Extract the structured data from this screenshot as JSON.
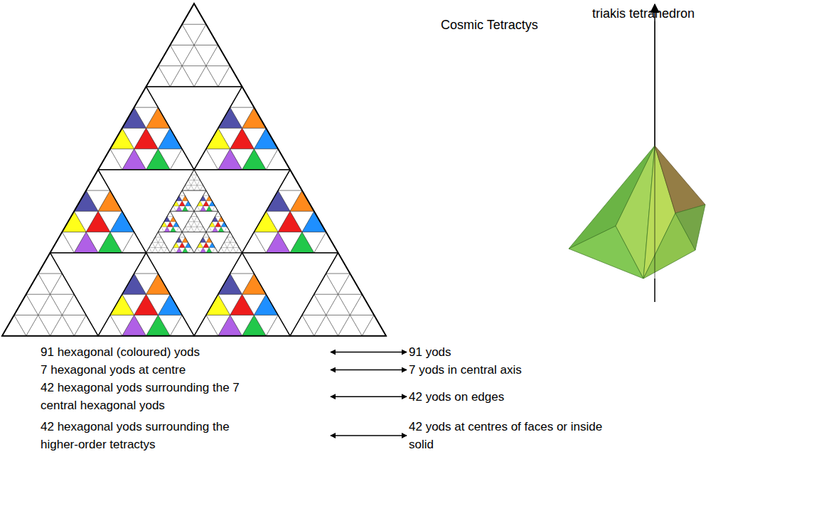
{
  "diagram": {
    "nodes": [
      {
        "text": [
          "91 hexagonal (coloured) yods"
        ]
      },
      {
        "text": [
          "91 yods"
        ]
      },
      {
        "text": [
          "7 hexagonal yods at centre"
        ]
      },
      {
        "text": [
          "7 yods in central axis"
        ]
      },
      {
        "text": [
          "42 hexagonal yods surrounding the 7 central hexagonal yods"
        ]
      },
      {
        "text": [
          "42 yods on edges"
        ]
      },
      {
        "text": [
          "42 hexagonal yods surrounding the higher-order tetractys"
        ]
      },
      {
        "text": [
          "42 yods at centres of faces or inside solid"
        ]
      }
    ],
    "edges": [
      {
        "from": 0,
        "to": 1,
        "arrow": "both"
      },
      {
        "from": 2,
        "to": 3,
        "arrow": "both"
      },
      {
        "from": 4,
        "to": 5,
        "arrow": "both"
      },
      {
        "from": 6,
        "to": 7,
        "arrow": "both"
      }
    ],
    "labels": [
      "Cosmic Tetractys",
      "triakis tetrahedron"
    ]
  }
}
